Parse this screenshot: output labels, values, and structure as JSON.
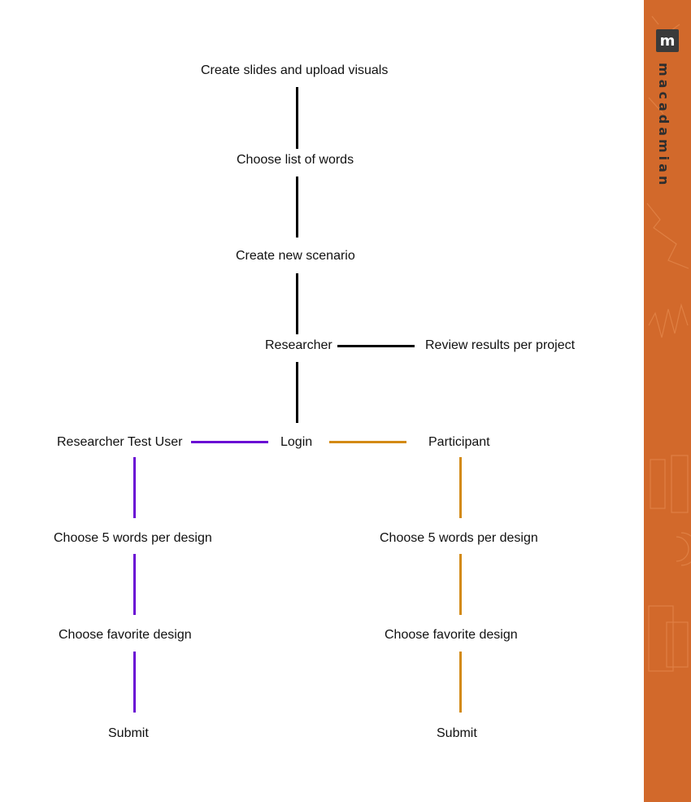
{
  "nodes": {
    "create_slides": "Create slides and upload visuals",
    "choose_list": "Choose list of words",
    "create_scenario": "Create new scenario",
    "researcher": "Researcher",
    "review_results": "Review results per project",
    "researcher_test_user": "Researcher Test User",
    "login": "Login",
    "participant": "Participant",
    "left_choose_words": "Choose 5 words per design",
    "right_choose_words": "Choose 5 words per design",
    "left_choose_favorite": "Choose favorite design",
    "right_choose_favorite": "Choose favorite design",
    "left_submit": "Submit",
    "right_submit": "Submit"
  },
  "brand": {
    "logo_glyph": "m",
    "name": "macadamian"
  },
  "colors": {
    "researcher_path": "#000000",
    "test_user_path": "#6a0bd4",
    "participant_path": "#d38a14",
    "brand_panel": "#d2692b"
  }
}
